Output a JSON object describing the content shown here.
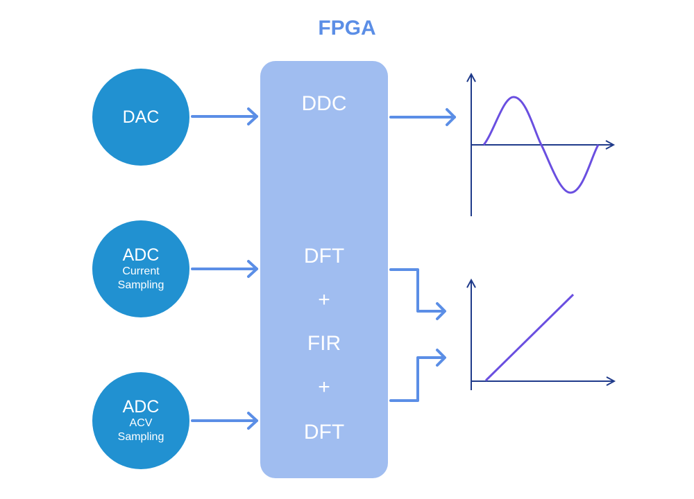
{
  "title": "FPGA",
  "inputs": {
    "dac": {
      "main": "DAC"
    },
    "adc_current": {
      "main": "ADC",
      "sub1": "Current",
      "sub2": "Sampling"
    },
    "adc_acv": {
      "main": "ADC",
      "sub1": "ACV",
      "sub2": "Sampling"
    }
  },
  "fpga_block": {
    "ddc": "DDC",
    "dft1": "DFT",
    "plus1": "+",
    "fir": "FIR",
    "plus2": "+",
    "dft2": "DFT"
  },
  "colors": {
    "title": "#5b8ee6",
    "circle": "#2191d1",
    "fpga": "#a0bdf0",
    "arrow": "#5b8ee6",
    "axis": "#1f3a8a",
    "curve": "#6a4fe0"
  }
}
